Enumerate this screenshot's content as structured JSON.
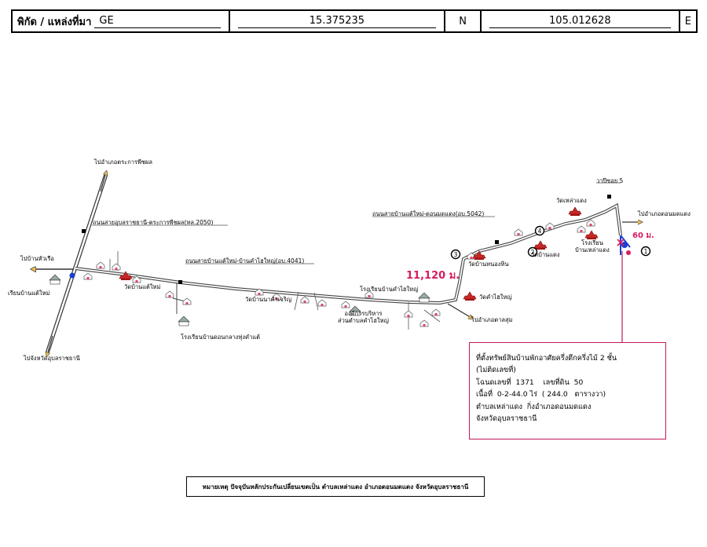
{
  "header": {
    "label": "พิกัด / แหล่งที่มา",
    "source": "GE",
    "latitude": "15.375235",
    "lat_dir": "N",
    "longitude": "105.012628",
    "lon_dir": "E"
  },
  "roads": {
    "main_road": "ถนนสายอุบลราชธานี-ตระการพืชผล(ทล.2050)",
    "road_4041": "ถนนสายบ้านแต้ใหม่-บ้านคำไฮใหญ่(อบ.4041)",
    "road_5042": "ถนนสายบ้านแต้ใหม่-ดอนมดแดง(อบ.5042)",
    "soi": "วาปีซอย 5"
  },
  "directions": {
    "to_trakan": "ไปอำเภอตระการพืชผล",
    "to_hua_ruea": "ไปบ้านหัวเรือ",
    "to_ubon": "ไปจังหวัดอุบลราชธานี",
    "to_don_mot_daeng": "ไปอำเภอดอนมดแดง",
    "to_khuang_nai": "ไปอำเภอตาลสุม"
  },
  "places": {
    "school_tae_mai": "เรียนบ้านแต้ใหม่",
    "wat_tae_mai": "วัดบ้านแต้ใหม่",
    "school_don_klang": "โรงเรียนบ้านดอนกลางทุ่งคำแต้",
    "wat_na_kham_charoen": "วัดบ้านนาคำเจริญ",
    "school_kham_hai_yai": "โรงเรียนบ้านคำไฮใหญ่",
    "tambon_org": "องค์การบริหาร\nส่วนตำบลคำไฮใหญ่",
    "wat_kham_hai_yai": "วัดคำไฮใหญ่",
    "wat_nong_hin": "วัดบ้านหนองหิน",
    "wat_ban_daeng": "วัดบ้านแดง",
    "wat_lao_daeng": "วัดเหล่าแดง",
    "school_lao_daeng": "โรงเรียน\nบ้านเหล่าแดง"
  },
  "distances": {
    "main": "11,120 ม.",
    "short": "60 ม."
  },
  "markers": [
    "1",
    "2",
    "3",
    "4"
  ],
  "info": {
    "line1": "ที่ตั้งทรัพย์สินบ้านพักอาศัยครึ่งตึกครึ่งไม้ 2 ชั้น",
    "line2": "(ไม่ติดเลขที่)",
    "line3": "โฉนดเลขที่  1371    เลขที่ดิน  50",
    "line4": "เนื้อที่  0-2-44.0 ไร่  ( 244.0   ตารางวา)",
    "line5": "ตำบลเหล่าแดง  กิ่งอำเภอดอนมดแดง",
    "line6": "จังหวัดอุบลราชธานี"
  },
  "note": "หมายเหตุ ปัจจุบันหลักประกันเปลี่ยนเขตเป็น ตำบลเหล่าแดง อำเภอดอนมดแดง จังหวัดอุบลราชธานี",
  "colors": {
    "distance_text": "#d81b60",
    "pin": "#1a3fd1",
    "temple": "#c62828",
    "road": "#444444"
  }
}
